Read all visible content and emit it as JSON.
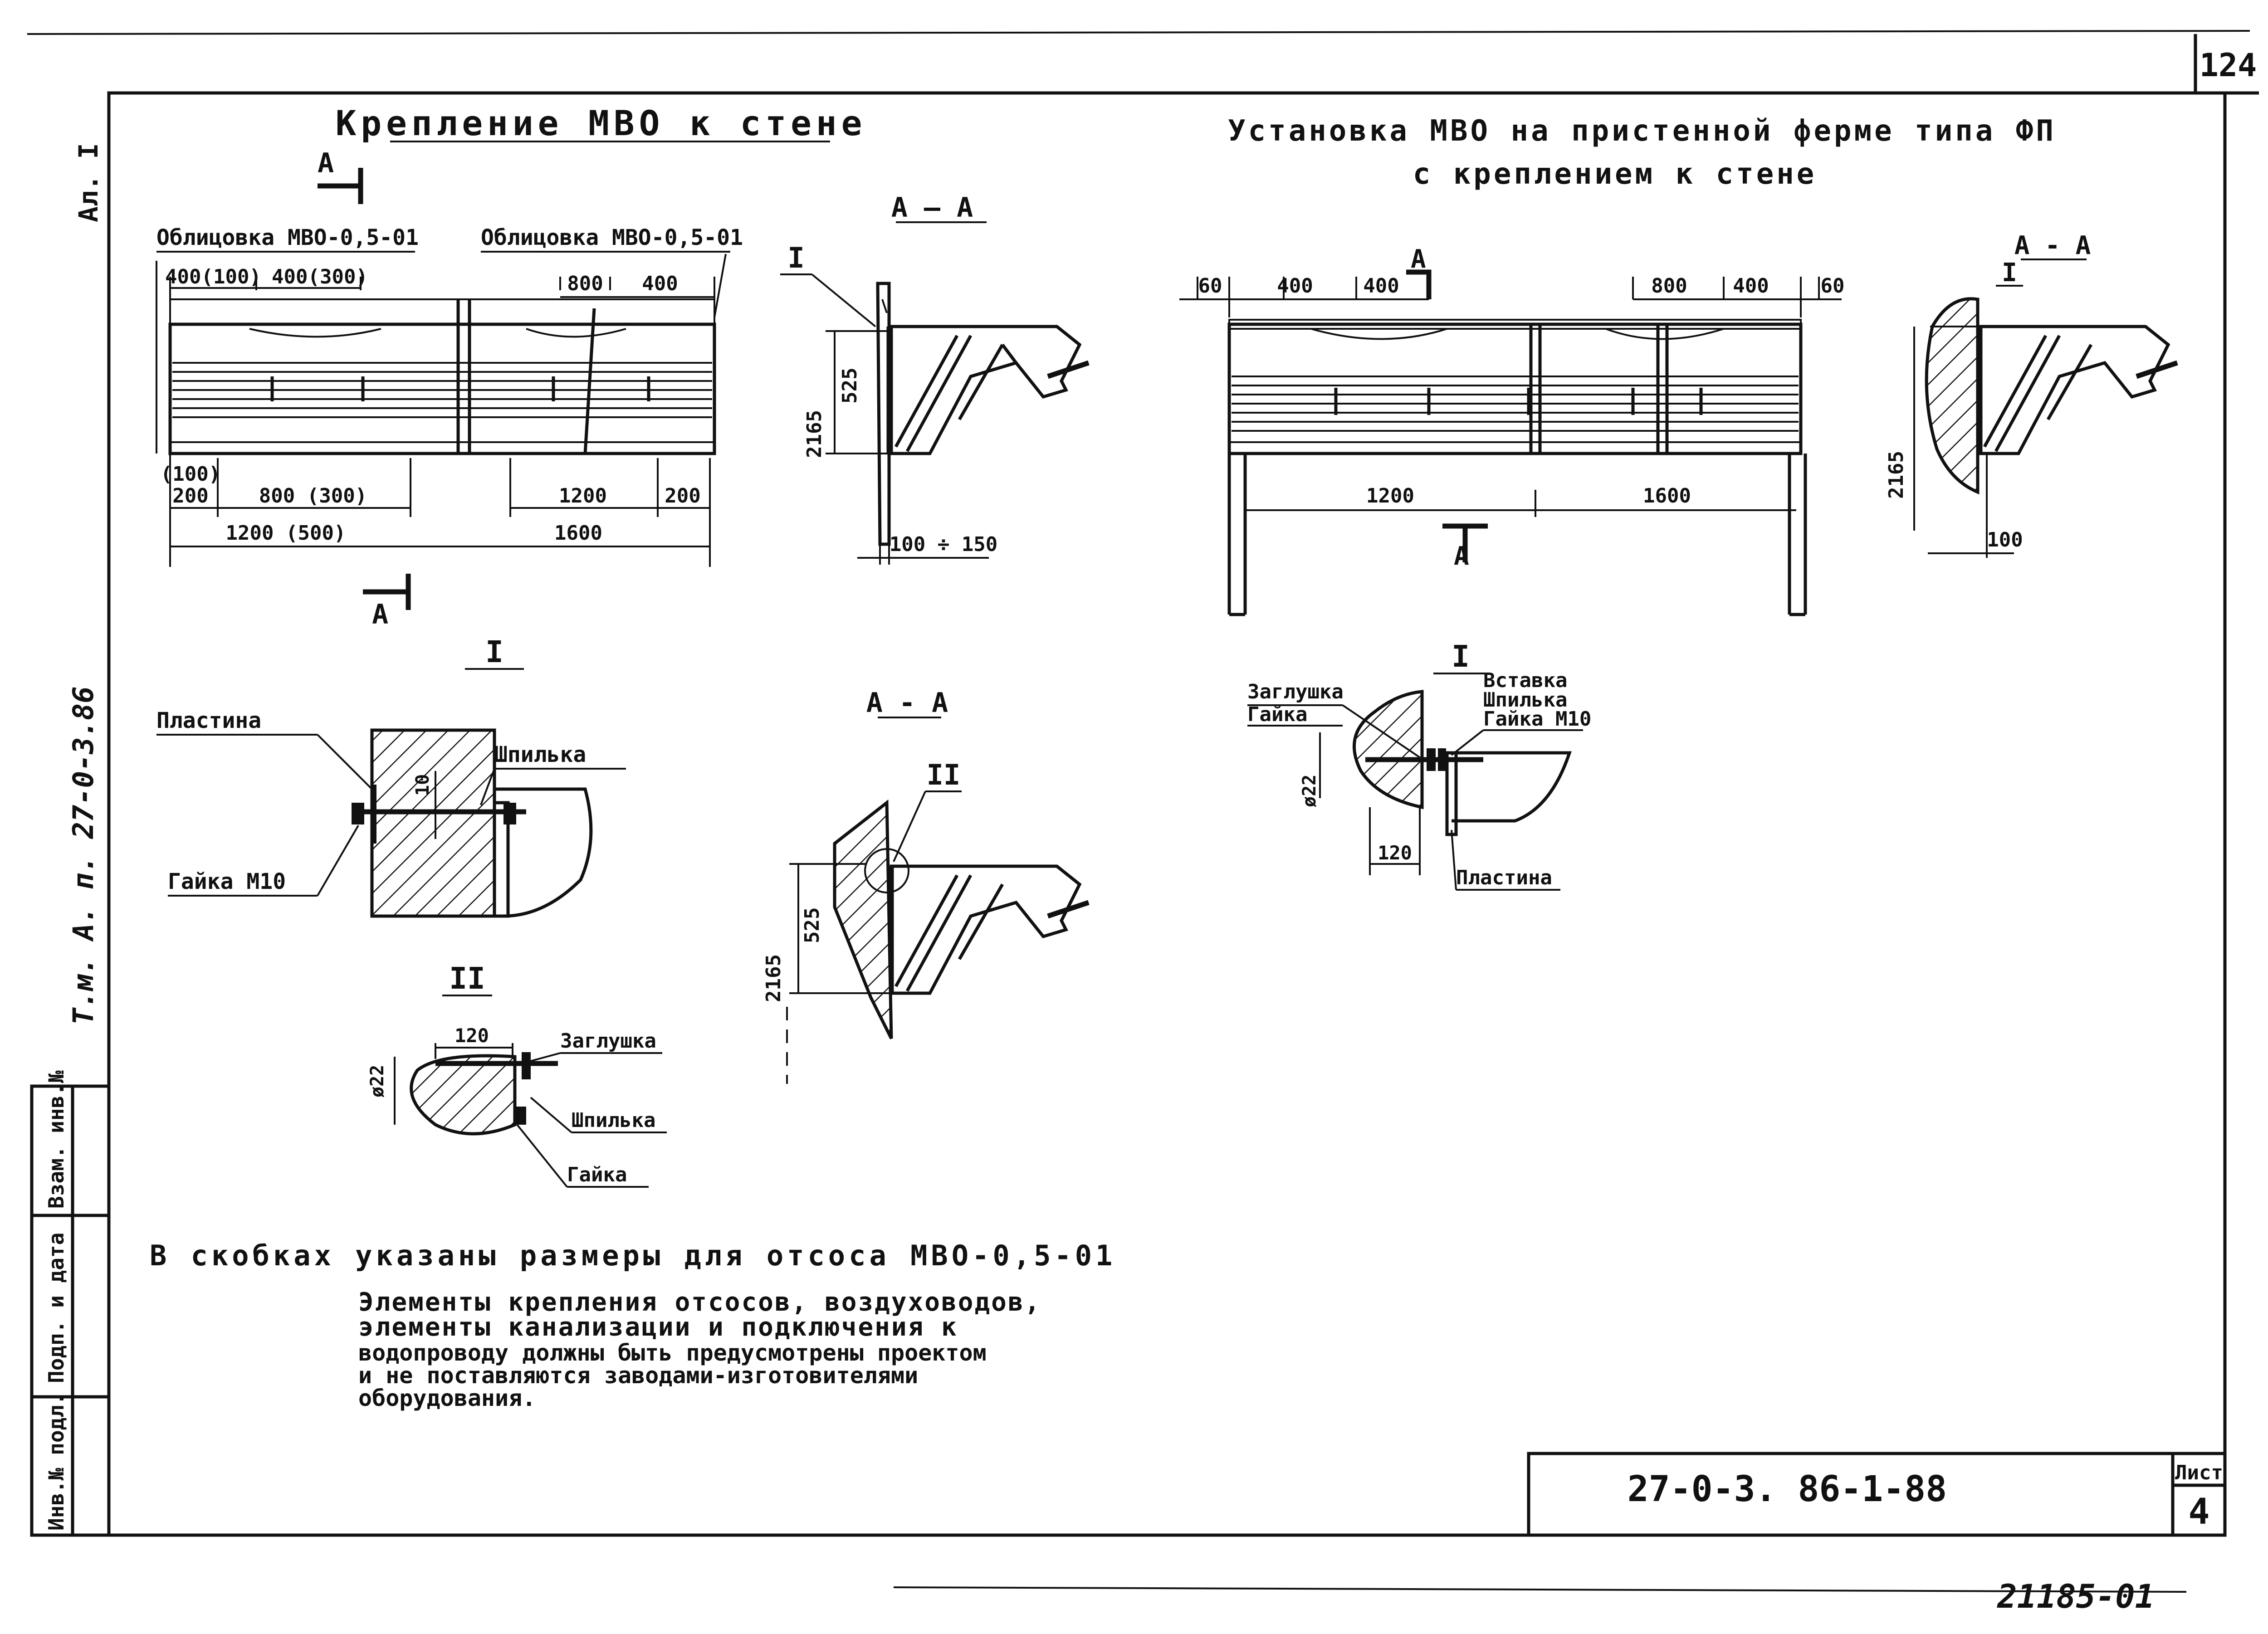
{
  "sheet": {
    "page_number": "124",
    "archive_number": "21185-01",
    "side_note": "Т.м. А. п. 27-0-3.86",
    "album": "Ал. I"
  },
  "stamp": {
    "columns": [
      "Инв.№ подл.",
      "Подп. и дата",
      "Взам. инв.№"
    ]
  },
  "title_block": {
    "designation": "27-0-3. 86-1-88",
    "sheet_label": "Лист",
    "sheet_number": "4"
  },
  "left_view": {
    "title": "Крепление МВО к стене",
    "section_mark": "А",
    "cladding_left": "Облицовка МВО-0,5-01",
    "cladding_right": "Облицовка МВО-0,5-01",
    "dims": {
      "d400_100": "400(100)",
      "d400_300": "400(300)",
      "d800_top": "800",
      "d400_top": "400",
      "d100": "(100)",
      "d200_left": "200",
      "d800_300": "800 (300)",
      "d1200_500": "1200 (500)",
      "d1200": "1200",
      "d200_right": "200",
      "d1600": "1600"
    }
  },
  "section_aa_1": {
    "title": "А — А",
    "node_mark": "I",
    "dim_525": "525",
    "dim_2165": "2165",
    "dim_gap": "100 ÷ 150"
  },
  "right_view": {
    "title_line1": "Установка МВО на пристенной ферме типа ФП",
    "title_line2": "с креплением к стене",
    "section_mark": "А",
    "dims": {
      "d60_left": "60",
      "d400_a": "400",
      "d400_b": "400",
      "d800": "800",
      "d400_c": "400",
      "d60_right": "60",
      "d1200": "1200",
      "d1600": "1600"
    }
  },
  "section_aa_right": {
    "title": "А - А",
    "node_mark": "I",
    "dim_2165": "2165",
    "dim_100": "100"
  },
  "node_1_left": {
    "title": "I",
    "plate": "Пластина",
    "nut": "Гайка М10",
    "stud": "Шпилька",
    "dim_10": "10"
  },
  "section_aa_2": {
    "title": "А - А",
    "node_mark": "II",
    "dim_525": "525",
    "dim_2165": "2165"
  },
  "node_2": {
    "title": "II",
    "plug": "Заглушка",
    "stud": "Шпилька",
    "nut": "Гайка",
    "dim_120": "120",
    "dim_22": "ø22"
  },
  "node_1_right": {
    "title": "I",
    "plug": "Заглушка",
    "nut": "Гайка",
    "insert": "Вставка",
    "stud": "Шпилька",
    "nut_m10": "Гайка М10",
    "plate": "Пластина",
    "dim_120": "120",
    "dim_22": "ø22"
  },
  "notes": {
    "line1": "В скобках указаны размеры для отсоса МВО-0,5-01",
    "line2": "Элементы крепления отсосов, воздуховодов,",
    "line3": "элементы канализации и подключения к",
    "line4": "водопроводу должны быть предусмотрены проектом",
    "line5": "и не поставляются заводами-изготовителями",
    "line6": "оборудования."
  }
}
